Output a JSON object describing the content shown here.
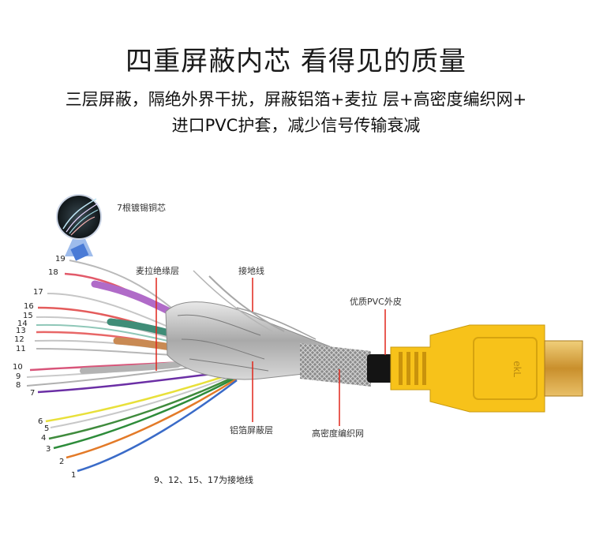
{
  "header": {
    "title": "四重屏蔽内芯  看得见的质量",
    "line1": "三层屏蔽，隔绝外界干扰，屏蔽铝箔+麦拉 层+高密度编织网+",
    "line2": "进口PVC护套，减少信号传输衰减"
  },
  "labels": {
    "core": "7根镀锡铜芯",
    "mylar": "麦拉绝缘层",
    "ground": "接地线",
    "pvc": "优质PVC外皮",
    "foil": "铝箔屏蔽层",
    "braid": "高密度编织网",
    "note": "9、12、15、17为接地线",
    "plug_mark": "ekL"
  },
  "pins": [
    "19",
    "18",
    "17",
    "16",
    "15",
    "14",
    "13",
    "12",
    "11",
    "10",
    "9",
    "8",
    "7",
    "6",
    "5",
    "4",
    "3",
    "2",
    "1"
  ],
  "colors": {
    "plug_yellow": "#f7c21a",
    "plug_gold": "#d9a640",
    "marker_red": "#e0261b",
    "lens_blue": "#4a7bd6"
  }
}
